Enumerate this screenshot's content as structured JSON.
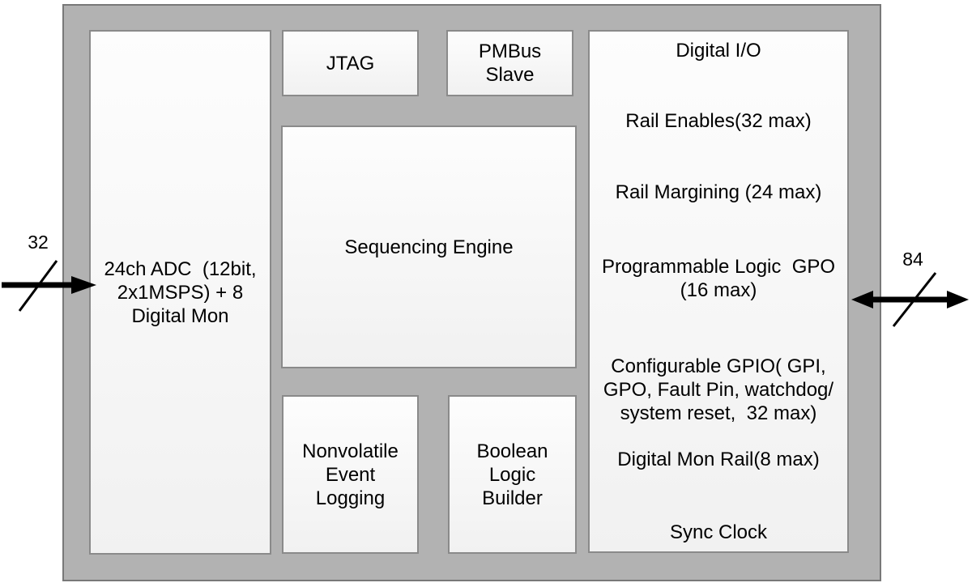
{
  "diagram": {
    "blocks": {
      "adc": {
        "lines": [
          "24ch ADC  (12bit,",
          "2x1MSPS) + 8",
          "Digital Mon"
        ]
      },
      "jtag": {
        "label": "JTAG"
      },
      "pmbus": {
        "lines": [
          "PMBus",
          "Slave"
        ]
      },
      "sequencing_engine": {
        "label": "Sequencing Engine"
      },
      "nonvolatile_logging": {
        "lines": [
          "Nonvolatile",
          "Event",
          "Logging"
        ]
      },
      "boolean_logic": {
        "lines": [
          "Boolean",
          "Logic",
          "Builder"
        ]
      },
      "digital_io": {
        "title": "Digital I/O",
        "items": [
          {
            "lines": [
              "Rail Enables(32 max)"
            ]
          },
          {
            "lines": [
              "Rail Margining (24 max)"
            ]
          },
          {
            "lines": [
              "Programmable Logic  GPO",
              "(16 max)"
            ]
          },
          {
            "lines": [
              "Configurable GPIO( GPI,",
              "GPO, Fault Pin, watchdog/",
              "system reset,  32 max)"
            ]
          },
          {
            "lines": [
              "Digital Mon Rail(8 max)"
            ]
          },
          {
            "lines": [
              "Sync Clock"
            ]
          }
        ]
      }
    },
    "buses": {
      "analog_input": {
        "width_label": "32",
        "direction": "in"
      },
      "digital_io_bus": {
        "width_label": "84",
        "direction": "bidirectional"
      }
    },
    "colors": {
      "chip_fill": "#b2b2b2",
      "chip_border": "#787878",
      "block_border": "#8a8a8a",
      "block_fill_top": "#fdfdfd",
      "block_fill_bottom": "#f1f1f1",
      "text": "#000000",
      "arrow": "#000000"
    }
  }
}
